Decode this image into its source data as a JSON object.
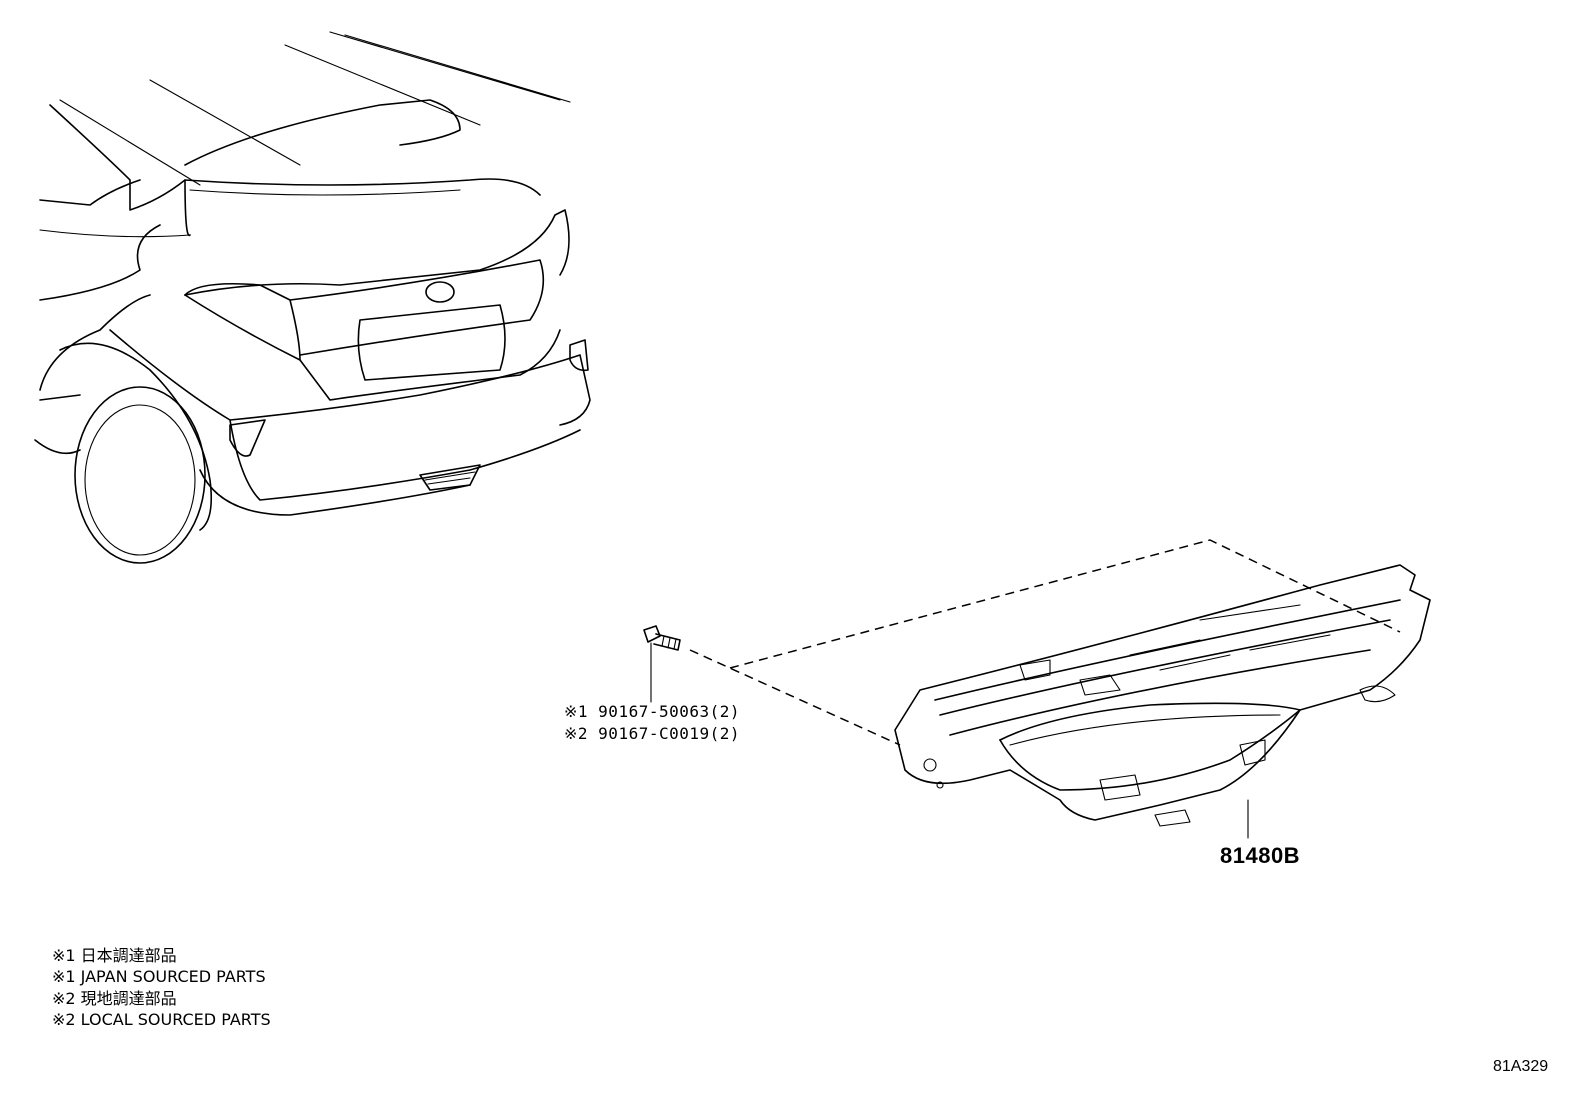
{
  "labels": {
    "part_line_1": "※1 90167-50063(2)",
    "part_line_2": "※2 90167-C0019(2)",
    "callout": "81480B",
    "diagram_ref": "81A329"
  },
  "notes": [
    "※1 日本調達部品",
    "※1 JAPAN SOURCED PARTS",
    "※2 現地調達部品",
    "※2 LOCAL SOURCED PARTS"
  ]
}
